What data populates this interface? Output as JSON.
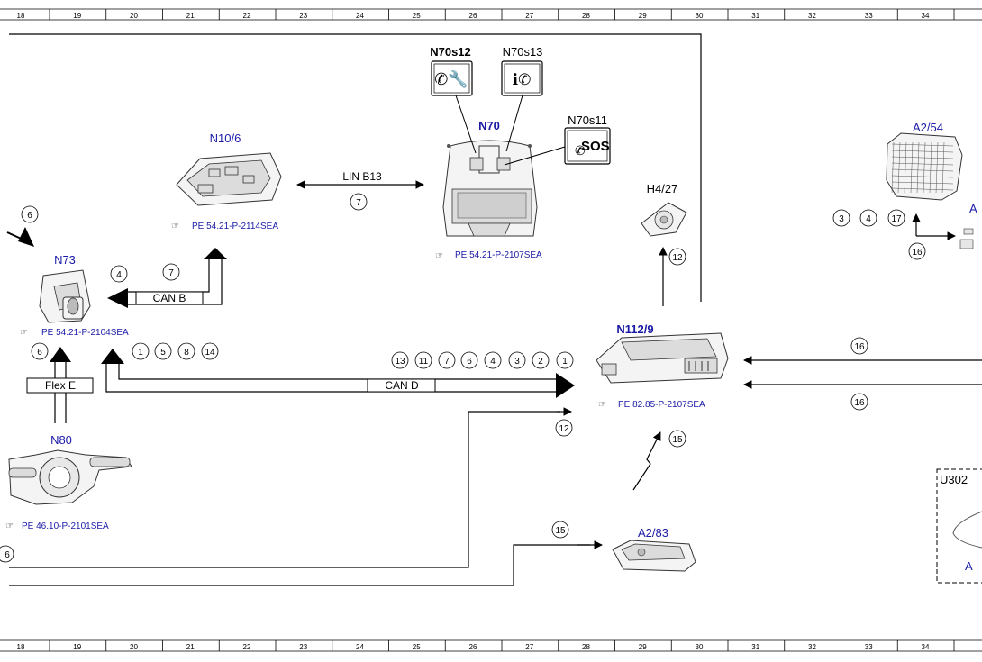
{
  "ruler": {
    "numbers": [
      "18",
      "19",
      "20",
      "21",
      "22",
      "23",
      "24",
      "25",
      "26",
      "27",
      "28",
      "29",
      "30",
      "31",
      "32",
      "33",
      "34"
    ]
  },
  "components": {
    "n70": "N70",
    "n70s12": "N70s12",
    "n70s13": "N70s13",
    "n70s11": "N70s11",
    "n70s11_text": "SOS",
    "n10_6": "N10/6",
    "n73": "N73",
    "n80": "N80",
    "h4_27": "H4/27",
    "n112_9": "N112/9",
    "a2_54": "A2/54",
    "a2_83": "A2/83",
    "u302": "U302",
    "edge_a_top": "A",
    "edge_a_bottom": "A"
  },
  "references": {
    "n10_6_ref": "PE 54.21-P-2114SEA",
    "n70_ref": "PE 54.21-P-2107SEA",
    "n73_ref": "PE 54.21-P-2104SEA",
    "n112_ref": "PE 82.85-P-2107SEA",
    "n80_ref": "PE 46.10-P-2101SEA"
  },
  "buses": {
    "lin": "LIN B13",
    "can_b": "CAN B",
    "can_d": "CAN D",
    "flex_e": "Flex E"
  },
  "circles": {
    "lin": "7",
    "n73_can_b_a": "4",
    "n73_can_b_b": "7",
    "left_edge_top": "6",
    "n73_bottom": "6",
    "can_d_left": [
      "1",
      "5",
      "8",
      "14"
    ],
    "can_d_right": [
      "13",
      "11",
      "7",
      "6",
      "4",
      "3",
      "2",
      "1"
    ],
    "n112_line12": "12",
    "h4_line12": "12",
    "wireless15": "15",
    "a2_83_line15": "15",
    "right_top16": "16",
    "right_bottom16": "16",
    "a2_54_row": [
      "3",
      "4",
      "17"
    ],
    "a2_54_16": "16",
    "left_edge_bottom": "6"
  },
  "colors": {
    "label_blue": "#1a1aa6",
    "line": "#000000"
  }
}
